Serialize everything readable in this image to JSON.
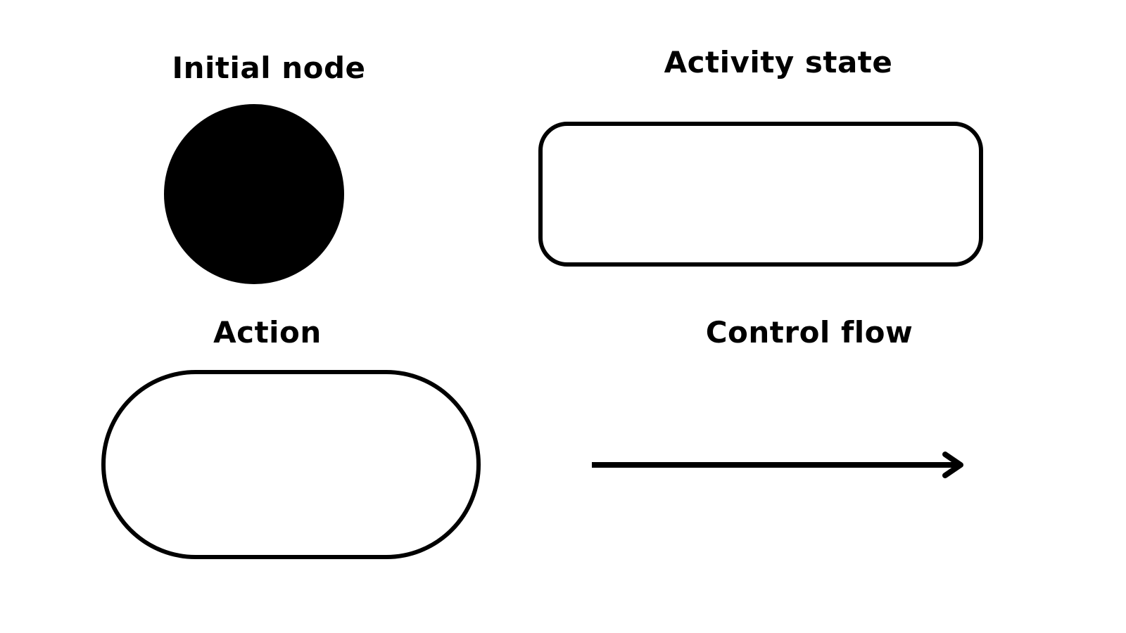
{
  "legend": {
    "initial_node": {
      "label": "Initial node"
    },
    "activity_state": {
      "label": "Activity state"
    },
    "action": {
      "label": "Action"
    },
    "control_flow": {
      "label": "Control flow"
    }
  },
  "colors": {
    "stroke": "#000000",
    "fill_initial": "#000000",
    "background": "#ffffff"
  }
}
